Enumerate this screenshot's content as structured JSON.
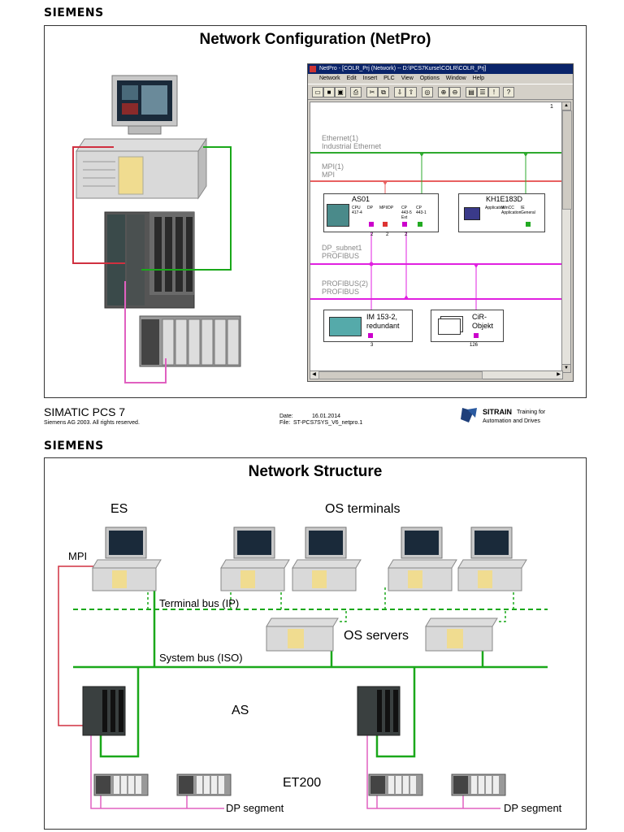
{
  "brand": "SIEMENS",
  "slide1": {
    "title": "Network Configuration (NetPro)",
    "footer": {
      "product": "SIMATIC PCS 7",
      "copyright": "Siemens AG 2003. All rights reserved.",
      "date_label": "Date:",
      "date_value": "16.01.2014",
      "file_label": "File:",
      "file_value": "ST-PCS7SYS_V6_netpro.1",
      "sitrain": "SITRAIN",
      "sitrain_line1": "Training for",
      "sitrain_line2": "Automation and Drives"
    }
  },
  "netpro": {
    "window_title": "NetPro - [COLR_Prj (Network) -- D:\\PCS7Kurse\\COLR\\COLR_Prj]",
    "menu": [
      "Network",
      "Edit",
      "Insert",
      "PLC",
      "View",
      "Options",
      "Window",
      "Help"
    ],
    "page_num": "1",
    "networks": [
      {
        "name": "Ethernet(1)",
        "type": "Industrial Ethernet",
        "color": "#2eaa2e"
      },
      {
        "name": "MPI(1)",
        "type": "MPI",
        "color": "#e86060"
      },
      {
        "name": "DP_subnet1",
        "type": "PROFIBUS",
        "color": "#e020e0"
      },
      {
        "name": "PROFIBUS(2)",
        "type": "PROFIBUS",
        "color": "#e020e0"
      }
    ],
    "stations": {
      "as01": {
        "name": "AS01",
        "modules": [
          "CPU 417-4",
          "DP",
          "MPI/DP",
          "CP 443-5 Ext",
          "CP 443-1"
        ],
        "addresses": [
          "2",
          "2",
          "2"
        ]
      },
      "kh": {
        "name": "KH1E183D",
        "modules": [
          "Application",
          "WinCC Application",
          "IE General"
        ]
      },
      "im": {
        "name": "IM 153-2, redundant",
        "address": "3"
      },
      "cir": {
        "name": "CiR-Objekt",
        "address": "126"
      }
    }
  },
  "slide2": {
    "title": "Network Structure",
    "labels": {
      "es": "ES",
      "os_terminals": "OS terminals",
      "mpi": "MPI",
      "terminal_bus": "Terminal bus (IP)",
      "os_servers": "OS servers",
      "system_bus": "System bus (ISO)",
      "as": "AS",
      "et200": "ET200",
      "dp_segment_left": "DP segment",
      "dp_segment_right": "DP segment"
    }
  },
  "colors": {
    "green_bus": "#1aa81a",
    "mpi_red": "#d03040",
    "dp_pink": "#e060c0",
    "pc_beige": "#ede3c8",
    "pc_gray": "#c8c8c8",
    "plc_dark": "#3a4040"
  }
}
